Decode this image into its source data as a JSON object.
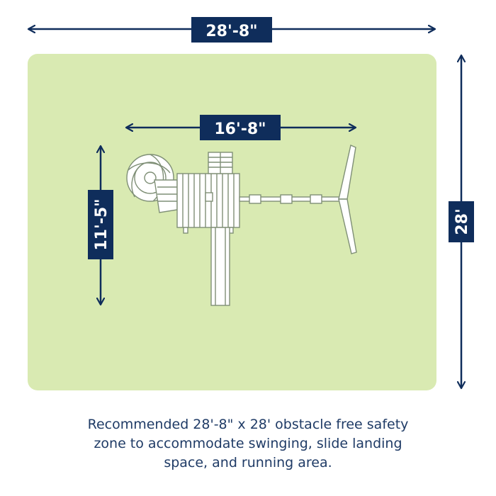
{
  "colors": {
    "zone_fill": "#d9eab2",
    "primary_navy": "#0f2d5b",
    "equipment_line": "#7f8f76",
    "text_blue": "#1f3b66"
  },
  "dimensions": {
    "overall_width": "28'-8\"",
    "overall_depth": "28'",
    "equipment_width": "16'-8\"",
    "equipment_depth": "11'-5\""
  },
  "caption": {
    "line1": "Recommended 28'-8\" x 28' obstacle free safety",
    "line2": "zone to accommodate swinging, slide landing",
    "line3": "space, and running area."
  }
}
